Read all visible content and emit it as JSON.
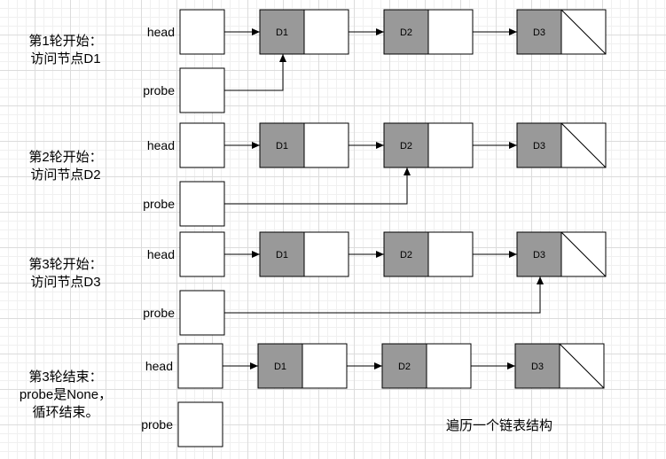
{
  "rounds": [
    {
      "caption": [
        "第1轮开始：",
        "访问节点D1"
      ],
      "head_label": "head",
      "probe_label": "probe",
      "nodes": [
        "D1",
        "D2",
        "D3"
      ],
      "probe_target": "D1"
    },
    {
      "caption": [
        "第2轮开始：",
        "访问节点D2"
      ],
      "head_label": "head",
      "probe_label": "probe",
      "nodes": [
        "D1",
        "D2",
        "D3"
      ],
      "probe_target": "D2"
    },
    {
      "caption": [
        "第3轮开始：",
        "访问节点D3"
      ],
      "head_label": "head",
      "probe_label": "probe",
      "nodes": [
        "D1",
        "D2",
        "D3"
      ],
      "probe_target": "D3"
    },
    {
      "caption": [
        "第3轮结束：",
        "probe是None，",
        "循环结束。"
      ],
      "head_label": "head",
      "probe_label": "probe",
      "nodes": [
        "D1",
        "D2",
        "D3"
      ],
      "probe_target": null
    }
  ],
  "footer": "遍历一个链表结构",
  "colors": {
    "data_cell": "#999999",
    "stroke": "#000000",
    "empty_cell": "#ffffff"
  }
}
